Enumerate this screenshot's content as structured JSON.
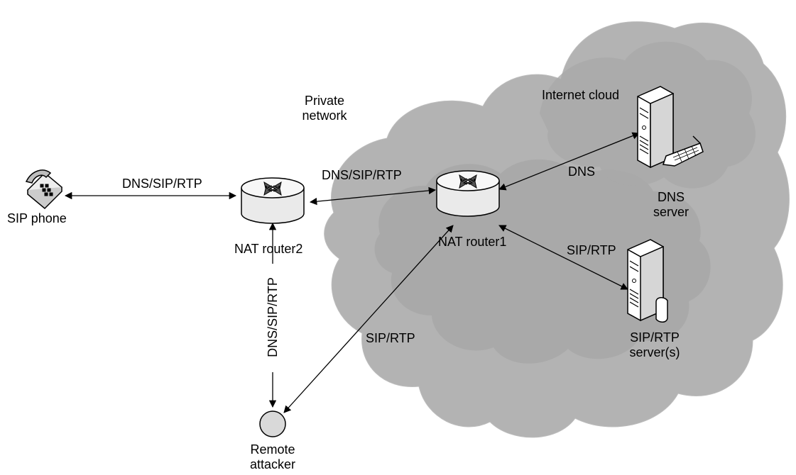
{
  "labels": {
    "private_network": [
      "Private",
      "network"
    ],
    "internet_cloud": "Internet cloud",
    "sip_phone": "SIP phone",
    "nat_router2": "NAT router2",
    "nat_router1": "NAT router1",
    "dns_server": [
      "DNS",
      "server"
    ],
    "sip_rtp_servers": [
      "SIP/RTP",
      "server(s)"
    ],
    "remote_attacker": [
      "Remote",
      "attacker"
    ]
  },
  "links": {
    "phone_router2": "DNS/SIP/RTP",
    "router2_router1": "DNS/SIP/RTP",
    "router1_dns": "DNS",
    "router1_sipserver": "SIP/RTP",
    "router1_attacker": "SIP/RTP",
    "router2_attacker": "DNS/SIP/RTP"
  },
  "colors": {
    "cloud_outer": "#b3b3b3",
    "cloud_inner": "#a6a6a6",
    "router_body": "#f2f2f2",
    "attacker_node": "#d9d9d9",
    "server_body": "#ffffff"
  },
  "icons": {
    "phone": "telephone-icon",
    "router": "router-icon",
    "server": "server-tower-icon",
    "attacker": "circle-node-icon"
  }
}
